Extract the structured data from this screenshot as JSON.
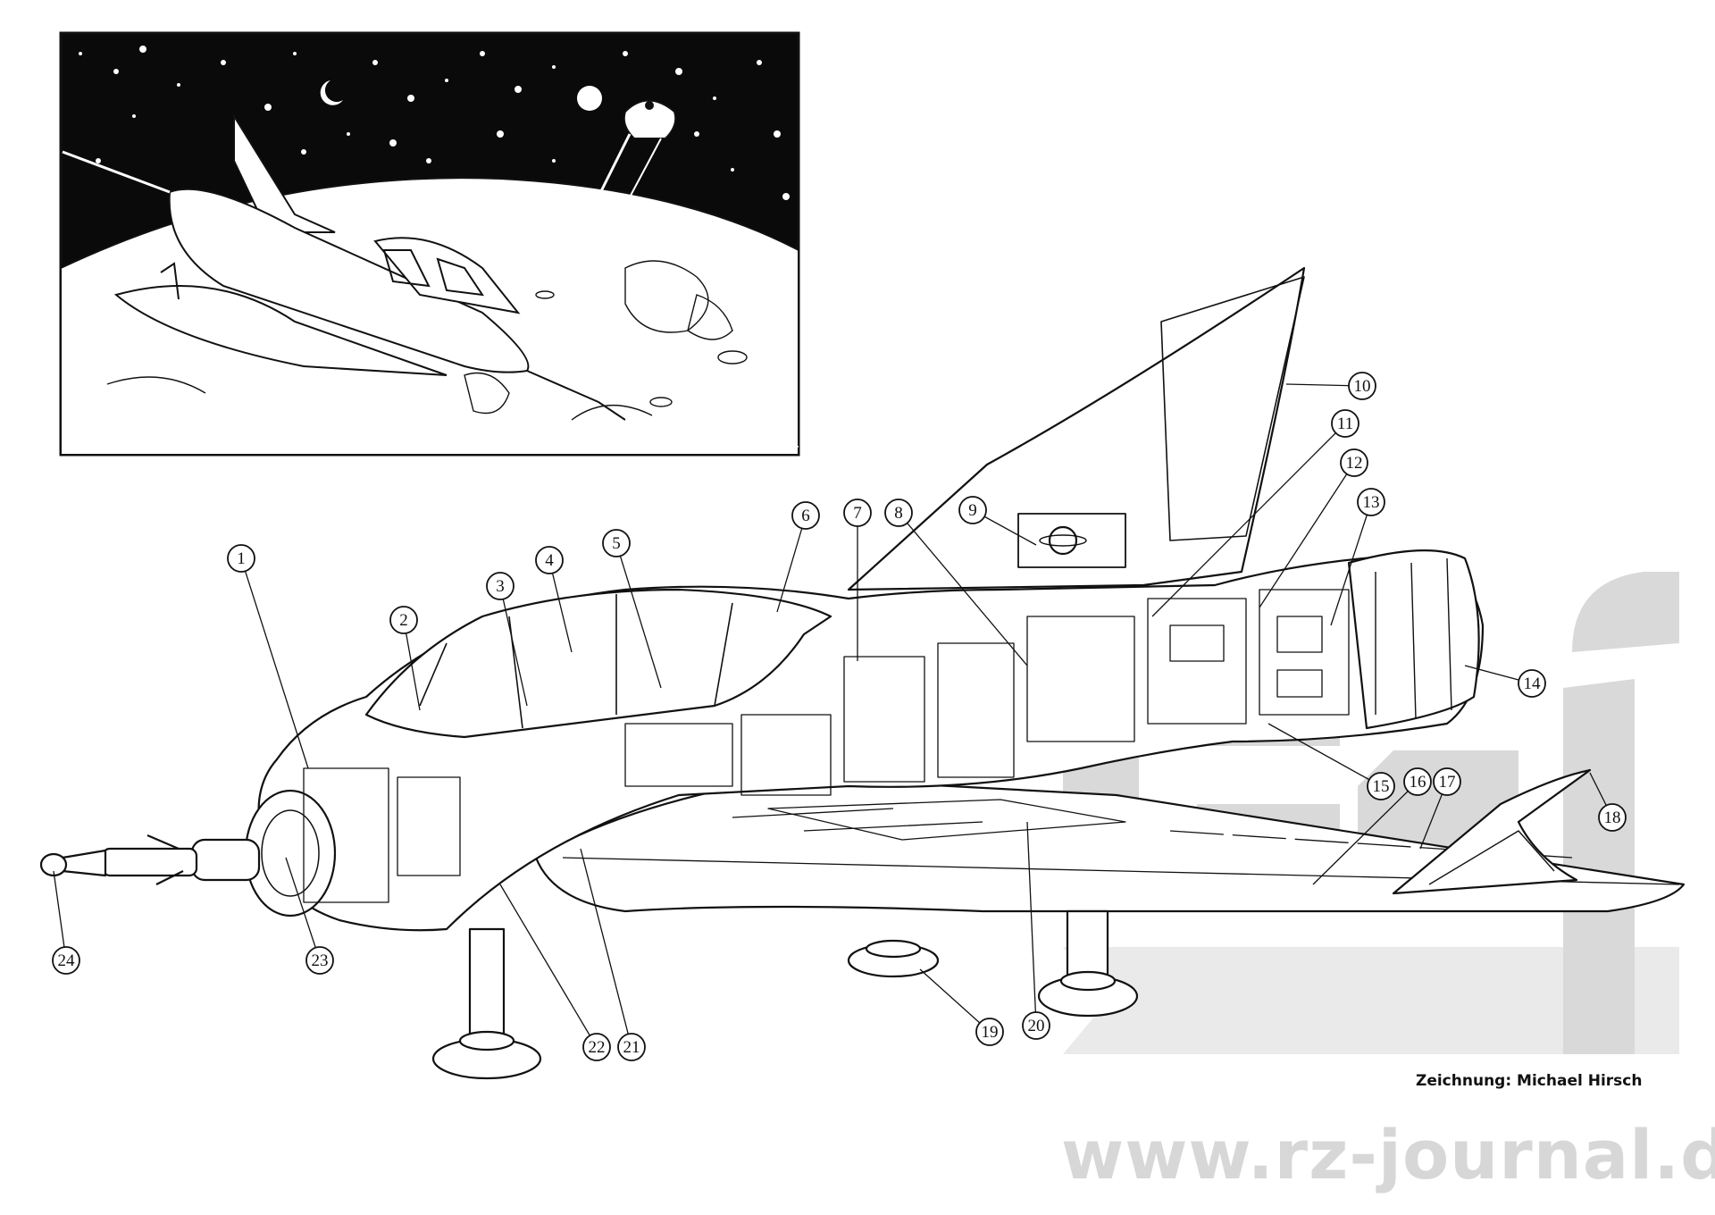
{
  "callouts": [
    {
      "num": "1"
    },
    {
      "num": "2"
    },
    {
      "num": "3"
    },
    {
      "num": "4"
    },
    {
      "num": "5"
    },
    {
      "num": "6"
    },
    {
      "num": "7"
    },
    {
      "num": "8"
    },
    {
      "num": "9"
    },
    {
      "num": "10"
    },
    {
      "num": "11"
    },
    {
      "num": "12"
    },
    {
      "num": "13"
    },
    {
      "num": "14"
    },
    {
      "num": "15"
    },
    {
      "num": "16"
    },
    {
      "num": "17"
    },
    {
      "num": "18"
    },
    {
      "num": "19"
    },
    {
      "num": "20"
    },
    {
      "num": "21"
    },
    {
      "num": "22"
    },
    {
      "num": "23"
    },
    {
      "num": "24"
    }
  ],
  "credit": "Zeichnung: Michael Hirsch",
  "watermark": {
    "url": "www.rz-journal.de",
    "logo_color": "#d9d9d9"
  },
  "colors": {
    "ink": "#111111",
    "space": "#0a0a0a",
    "paper": "#ffffff"
  }
}
